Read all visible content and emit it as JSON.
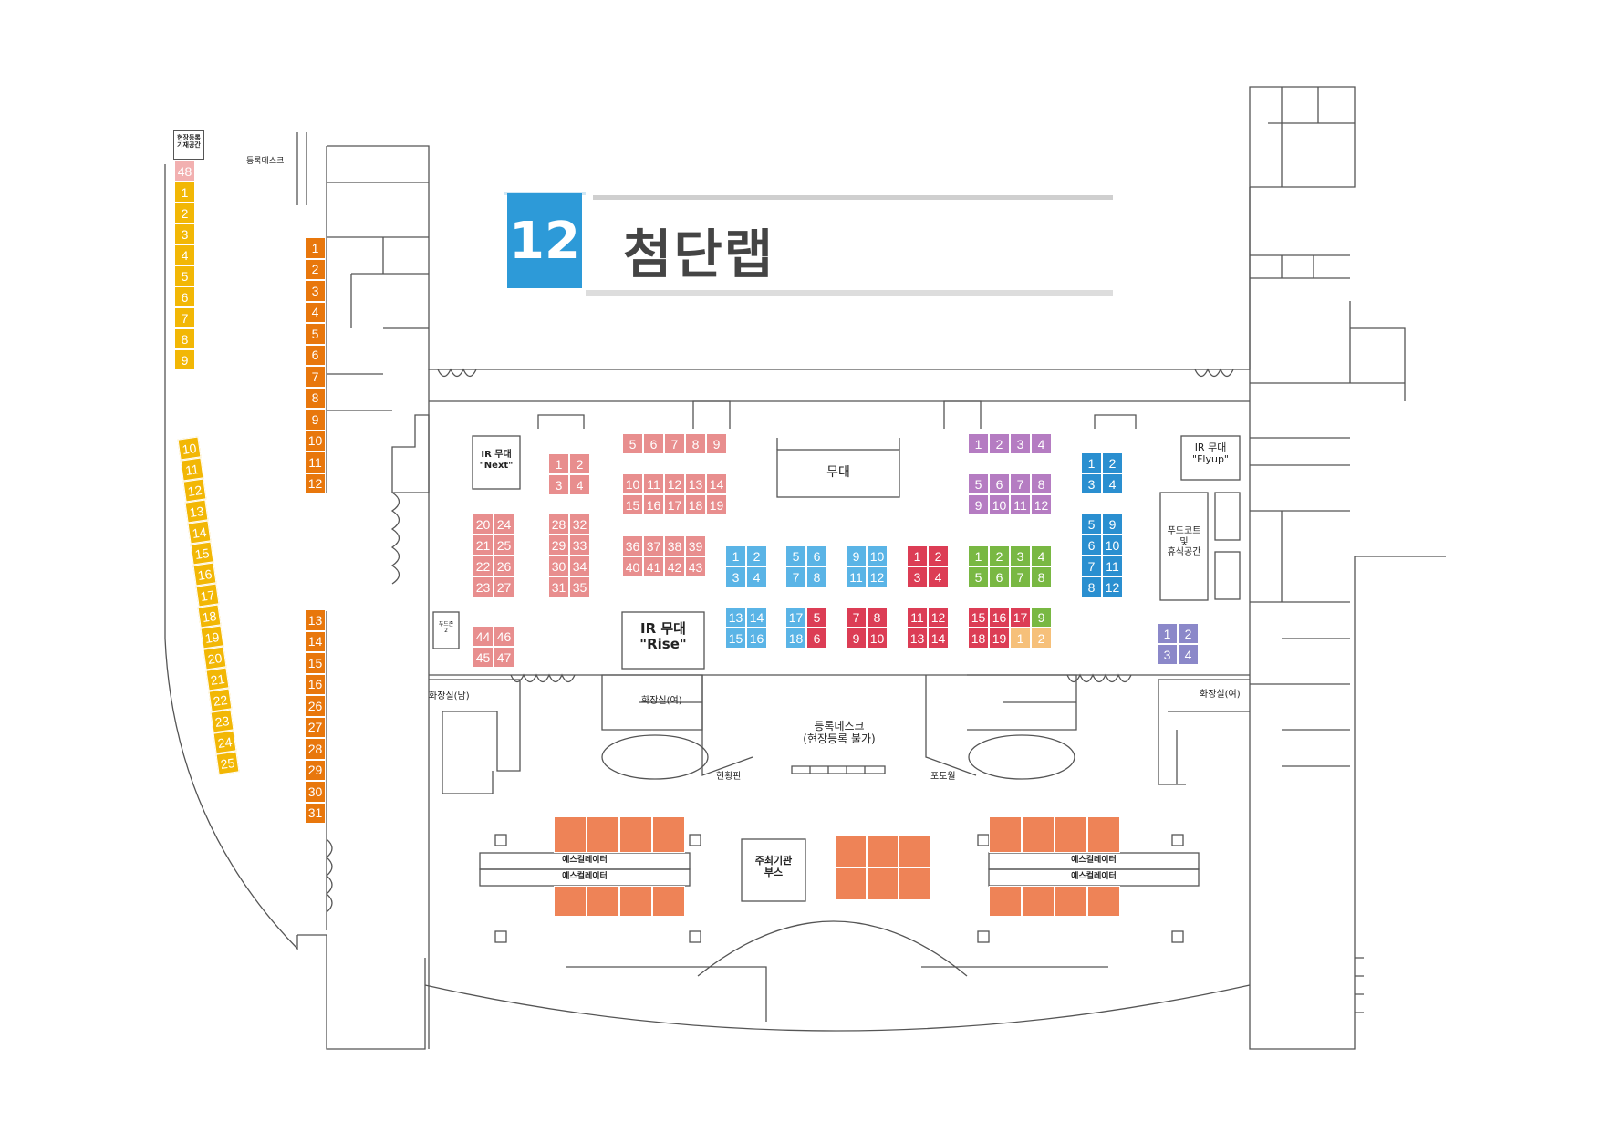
{
  "banner": {
    "number": "12",
    "name": "첨단랩"
  },
  "labels": {
    "onsite_register": "현장등록\n기재공간",
    "register_desk_top": "등록데스크",
    "stage": "무대",
    "ir_next": "IR 무대\n\"Next\"",
    "ir_flyup": "IR 무대\n\"Flyup\"",
    "ir_rise": "IR 무대\n\"Rise\"",
    "food_court": "푸드코트\n및\n휴식공간",
    "food_zone": "푸드존\n2",
    "restroom_m": "화장실(남)",
    "restroom_f_left": "화장실(여)",
    "restroom_f_right": "화장실(여)",
    "register_desk_center": "등록데스크\n(현장등록 불가)",
    "status_board": "현황판",
    "photo_wall": "포토월",
    "host_booth": "주최기관\n부스",
    "escalator": "에스컬레이터"
  },
  "colors": {
    "yellow": "#f2b705",
    "orange": "#e8770c",
    "pink": "#e88e8e",
    "light_blue": "#5ab4e6",
    "red": "#dc3d55",
    "purple": "#b57cc2",
    "green": "#79b843",
    "blue": "#2a8fd0",
    "light_orange": "#f6c07a",
    "light_pink": "#f2b0b0",
    "lavender": "#8b88c9",
    "salmon": "#ee8357"
  },
  "booth_groups": [
    {
      "name": "left-strip-top",
      "color": "yellow",
      "cells": [
        [
          "48",
          "light_pink"
        ],
        [
          "1"
        ],
        [
          "2"
        ],
        [
          "3"
        ],
        [
          "4"
        ],
        [
          "5"
        ],
        [
          "6"
        ],
        [
          "7"
        ],
        [
          "8"
        ],
        [
          "9"
        ]
      ]
    },
    {
      "name": "left-strip-angled",
      "color": "yellow",
      "cells": [
        [
          "10"
        ],
        [
          "11"
        ],
        [
          "12"
        ],
        [
          "13"
        ],
        [
          "14"
        ],
        [
          "15"
        ],
        [
          "16"
        ],
        [
          "17"
        ],
        [
          "18"
        ],
        [
          "19"
        ],
        [
          "20"
        ],
        [
          "21"
        ],
        [
          "22"
        ],
        [
          "23"
        ],
        [
          "24"
        ],
        [
          "25"
        ]
      ]
    },
    {
      "name": "orange-column-top",
      "color": "orange",
      "cells": [
        [
          "1"
        ],
        [
          "2"
        ],
        [
          "3"
        ],
        [
          "4"
        ],
        [
          "5"
        ],
        [
          "6"
        ],
        [
          "7"
        ],
        [
          "8"
        ],
        [
          "9"
        ],
        [
          "10"
        ],
        [
          "11"
        ],
        [
          "12"
        ]
      ]
    },
    {
      "name": "orange-column-bottom",
      "color": "orange",
      "cells": [
        [
          "13"
        ],
        [
          "14"
        ],
        [
          "15"
        ],
        [
          "16"
        ],
        [
          "26"
        ],
        [
          "27"
        ],
        [
          "28"
        ],
        [
          "29"
        ],
        [
          "30"
        ],
        [
          "31"
        ]
      ]
    },
    {
      "name": "pink-a",
      "color": "pink",
      "cols": 2,
      "cells": [
        [
          "1"
        ],
        [
          "2"
        ],
        [
          "3"
        ],
        [
          "4"
        ]
      ]
    },
    {
      "name": "pink-b",
      "color": "pink",
      "cols": 5,
      "cells": [
        [
          "5"
        ],
        [
          "6"
        ],
        [
          "7"
        ],
        [
          "8"
        ],
        [
          "9"
        ]
      ]
    },
    {
      "name": "pink-c",
      "color": "pink",
      "cols": 5,
      "cells": [
        [
          "10"
        ],
        [
          "11"
        ],
        [
          "12"
        ],
        [
          "13"
        ],
        [
          "14"
        ],
        [
          "15"
        ],
        [
          "16"
        ],
        [
          "17"
        ],
        [
          "18"
        ],
        [
          "19"
        ]
      ]
    },
    {
      "name": "pink-d",
      "color": "pink",
      "cols": 2,
      "cells": [
        [
          "20"
        ],
        [
          "24"
        ],
        [
          "21"
        ],
        [
          "25"
        ],
        [
          "22"
        ],
        [
          "26"
        ],
        [
          "23"
        ],
        [
          "27"
        ]
      ]
    },
    {
      "name": "pink-e",
      "color": "pink",
      "cols": 2,
      "cells": [
        [
          "28"
        ],
        [
          "32"
        ],
        [
          "29"
        ],
        [
          "33"
        ],
        [
          "30"
        ],
        [
          "34"
        ],
        [
          "31"
        ],
        [
          "35"
        ]
      ]
    },
    {
      "name": "pink-f",
      "color": "pink",
      "cols": 4,
      "cells": [
        [
          "36"
        ],
        [
          "37"
        ],
        [
          "38"
        ],
        [
          "39"
        ],
        [
          "40"
        ],
        [
          "41"
        ],
        [
          "42"
        ],
        [
          "43"
        ]
      ]
    },
    {
      "name": "pink-g",
      "color": "pink",
      "cols": 2,
      "cells": [
        [
          "44"
        ],
        [
          "46"
        ],
        [
          "45"
        ],
        [
          "47"
        ]
      ]
    },
    {
      "name": "lb-a",
      "color": "light_blue",
      "cols": 2,
      "cells": [
        [
          "1"
        ],
        [
          "2"
        ],
        [
          "3"
        ],
        [
          "4"
        ]
      ]
    },
    {
      "name": "lb-b",
      "color": "light_blue",
      "cols": 2,
      "cells": [
        [
          "5"
        ],
        [
          "6"
        ],
        [
          "7"
        ],
        [
          "8"
        ]
      ]
    },
    {
      "name": "lb-c",
      "color": "light_blue",
      "cols": 2,
      "cells": [
        [
          "9"
        ],
        [
          "10"
        ],
        [
          "11"
        ],
        [
          "12"
        ]
      ]
    },
    {
      "name": "lb-d",
      "color": "light_blue",
      "cols": 2,
      "cells": [
        [
          "13"
        ],
        [
          "14"
        ],
        [
          "15"
        ],
        [
          "16"
        ]
      ]
    },
    {
      "name": "lb-e",
      "color": "light_blue",
      "cols": 2,
      "cells": [
        [
          "17"
        ],
        [
          "5",
          "red"
        ],
        [
          "18"
        ],
        [
          "6",
          "red"
        ]
      ]
    },
    {
      "name": "red-a",
      "color": "red",
      "cols": 2,
      "cells": [
        [
          "1"
        ],
        [
          "2"
        ],
        [
          "3"
        ],
        [
          "4"
        ]
      ]
    },
    {
      "name": "red-b",
      "color": "red",
      "cols": 2,
      "cells": [
        [
          "7"
        ],
        [
          "8"
        ],
        [
          "9"
        ],
        [
          "10"
        ]
      ]
    },
    {
      "name": "red-c",
      "color": "red",
      "cols": 2,
      "cells": [
        [
          "11"
        ],
        [
          "12"
        ],
        [
          "13"
        ],
        [
          "14"
        ]
      ]
    },
    {
      "name": "red-d",
      "color": "red",
      "cols": 4,
      "cells": [
        [
          "15"
        ],
        [
          "16"
        ],
        [
          "17"
        ],
        [
          "9",
          "green"
        ],
        [
          "18"
        ],
        [
          "19"
        ],
        [
          "1",
          "light_orange"
        ],
        [
          "2",
          "light_orange"
        ]
      ]
    },
    {
      "name": "purple-a",
      "color": "purple",
      "cols": 4,
      "cells": [
        [
          "1"
        ],
        [
          "2"
        ],
        [
          "3"
        ],
        [
          "4"
        ]
      ]
    },
    {
      "name": "purple-b",
      "color": "purple",
      "cols": 4,
      "cells": [
        [
          "5"
        ],
        [
          "6"
        ],
        [
          "7"
        ],
        [
          "8"
        ],
        [
          "9"
        ],
        [
          "10"
        ],
        [
          "11"
        ],
        [
          "12"
        ]
      ]
    },
    {
      "name": "green-a",
      "color": "green",
      "cols": 4,
      "cells": [
        [
          "1"
        ],
        [
          "2"
        ],
        [
          "3"
        ],
        [
          "4"
        ],
        [
          "5"
        ],
        [
          "6"
        ],
        [
          "7"
        ],
        [
          "8"
        ]
      ]
    },
    {
      "name": "blue-a",
      "color": "blue",
      "cols": 2,
      "cells": [
        [
          "1"
        ],
        [
          "2"
        ],
        [
          "3"
        ],
        [
          "4"
        ]
      ]
    },
    {
      "name": "blue-b",
      "color": "blue",
      "cols": 2,
      "cells": [
        [
          "5"
        ],
        [
          "9"
        ],
        [
          "6"
        ],
        [
          "10"
        ],
        [
          "7"
        ],
        [
          "11"
        ],
        [
          "8"
        ],
        [
          "12"
        ]
      ]
    },
    {
      "name": "lavender-a",
      "color": "lavender",
      "cols": 2,
      "cells": [
        [
          "1"
        ],
        [
          "2"
        ],
        [
          "3"
        ],
        [
          "4"
        ]
      ]
    },
    {
      "name": "salmon-l-top",
      "color": "salmon",
      "cols": 4,
      "cells": [
        [
          ""
        ],
        [
          ""
        ],
        [
          ""
        ],
        [
          ""
        ]
      ]
    },
    {
      "name": "salmon-l-bot",
      "color": "salmon",
      "cols": 4,
      "cells": [
        [
          ""
        ],
        [
          ""
        ],
        [
          ""
        ],
        [
          ""
        ]
      ]
    },
    {
      "name": "salmon-center",
      "color": "salmon",
      "cols": 3,
      "cells": [
        [
          ""
        ],
        [
          ""
        ],
        [
          ""
        ],
        [
          ""
        ],
        [
          ""
        ],
        [
          ""
        ]
      ]
    },
    {
      "name": "salmon-r-top",
      "color": "salmon",
      "cols": 4,
      "cells": [
        [
          ""
        ],
        [
          ""
        ],
        [
          ""
        ],
        [
          ""
        ]
      ]
    },
    {
      "name": "salmon-r-bot",
      "color": "salmon",
      "cols": 4,
      "cells": [
        [
          ""
        ],
        [
          ""
        ],
        [
          ""
        ],
        [
          ""
        ]
      ]
    }
  ]
}
